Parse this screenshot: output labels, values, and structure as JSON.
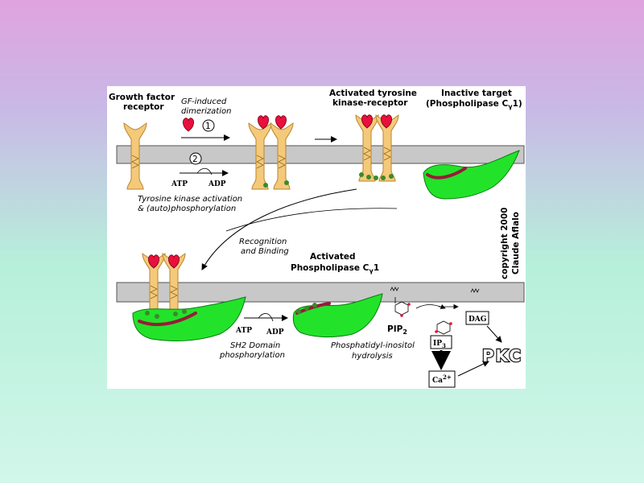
{
  "labels": {
    "growth_factor_receptor_1": "Growth factor",
    "growth_factor_receptor_2": "receptor",
    "gf_dimerization_1": "GF-induced",
    "gf_dimerization_2": "dimerization",
    "step1": "1",
    "step2": "2",
    "atp": "ATP",
    "adp": "ADP",
    "atp2": "ATP",
    "adp2": "ADP",
    "tk_activation_1": "Tyrosine kinase activation",
    "tk_activation_2": "& (auto)phosphorylation",
    "activated_tk_1": "Activated tyrosine",
    "activated_tk_2": "kinase-receptor",
    "inactive_target_1": "Inactive target",
    "inactive_target_2": "(Phospholipase C",
    "inactive_target_sub": "γ",
    "inactive_target_3": "1)",
    "recognition_1": "Recognition",
    "recognition_2": "and Binding",
    "activated_plc_1": "Activated",
    "activated_plc_2": "Phospholipase C",
    "activated_plc_sub": "γ",
    "activated_plc_3": "1",
    "copyright_1": "copyright 2000",
    "copyright_2": "Claude Aflalo",
    "sh2_1": "SH2 Domain",
    "sh2_2": "phosphorylation",
    "pi_hydrolysis_1": "Phosphatidyl-inositol",
    "pi_hydrolysis_2": "hydrolysis",
    "pip2": "PIP",
    "pip2_sub": "2",
    "dag": "DAG",
    "ip3": "IP",
    "ip3_sub": "3",
    "ca": "Ca",
    "ca_sup": "2+",
    "pkc": "PKC"
  },
  "colors": {
    "receptor": "#f5c97a",
    "receptor_stroke": "#b8862e",
    "ligand": "#e8103c",
    "plc": "#22e32a",
    "plc_domain": "#9a1a3a",
    "membrane": "#c8c8c8",
    "phosphate": "#3a8a2a"
  }
}
